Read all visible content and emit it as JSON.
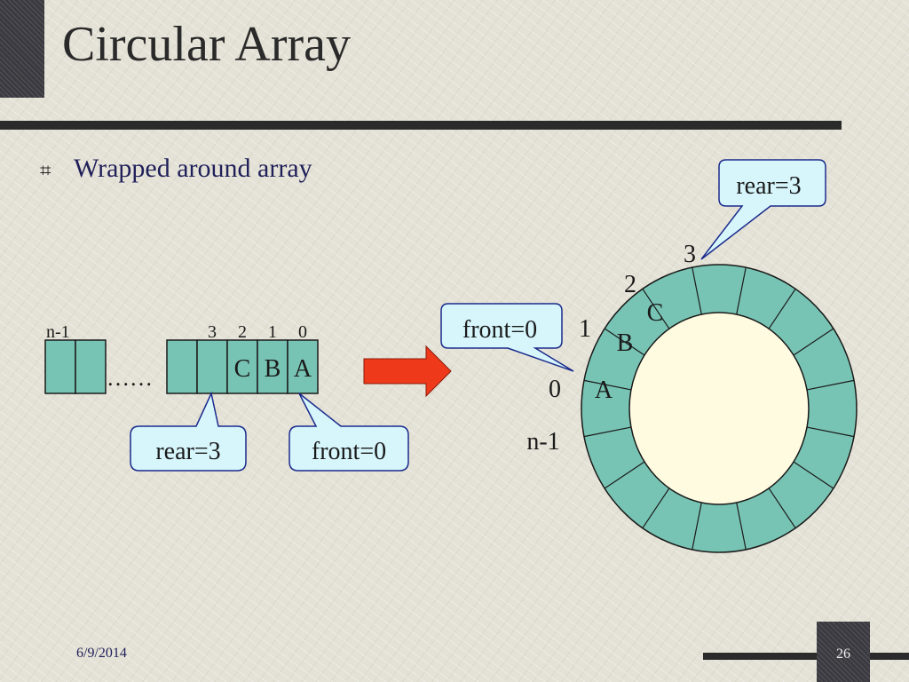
{
  "slide": {
    "title": "Circular Array",
    "bullet": "Wrapped around array",
    "date": "6/9/2014",
    "page_number": "26"
  },
  "colors": {
    "cell_fill": "#78c4b4",
    "callout_fill": "#d6f6fc",
    "callout_stroke": "#1b2a8c",
    "arrow_fill": "#ee3a1a",
    "ring_inner_fill": "#fffbe0"
  },
  "linear_array": {
    "left_index_label": "n-1",
    "right_index_labels": [
      "3",
      "2",
      "1",
      "0"
    ],
    "ellipsis": "……",
    "cell_values": [
      "",
      "",
      "C",
      "B",
      "A"
    ],
    "rear_callout": "rear=3",
    "front_callout": "front=0"
  },
  "circular_array": {
    "index_labels": [
      "3",
      "2",
      "1",
      "0",
      "n-1"
    ],
    "cell_values": [
      "C",
      "B",
      "A"
    ],
    "rear_callout": "rear=3",
    "front_callout": "front=0"
  }
}
